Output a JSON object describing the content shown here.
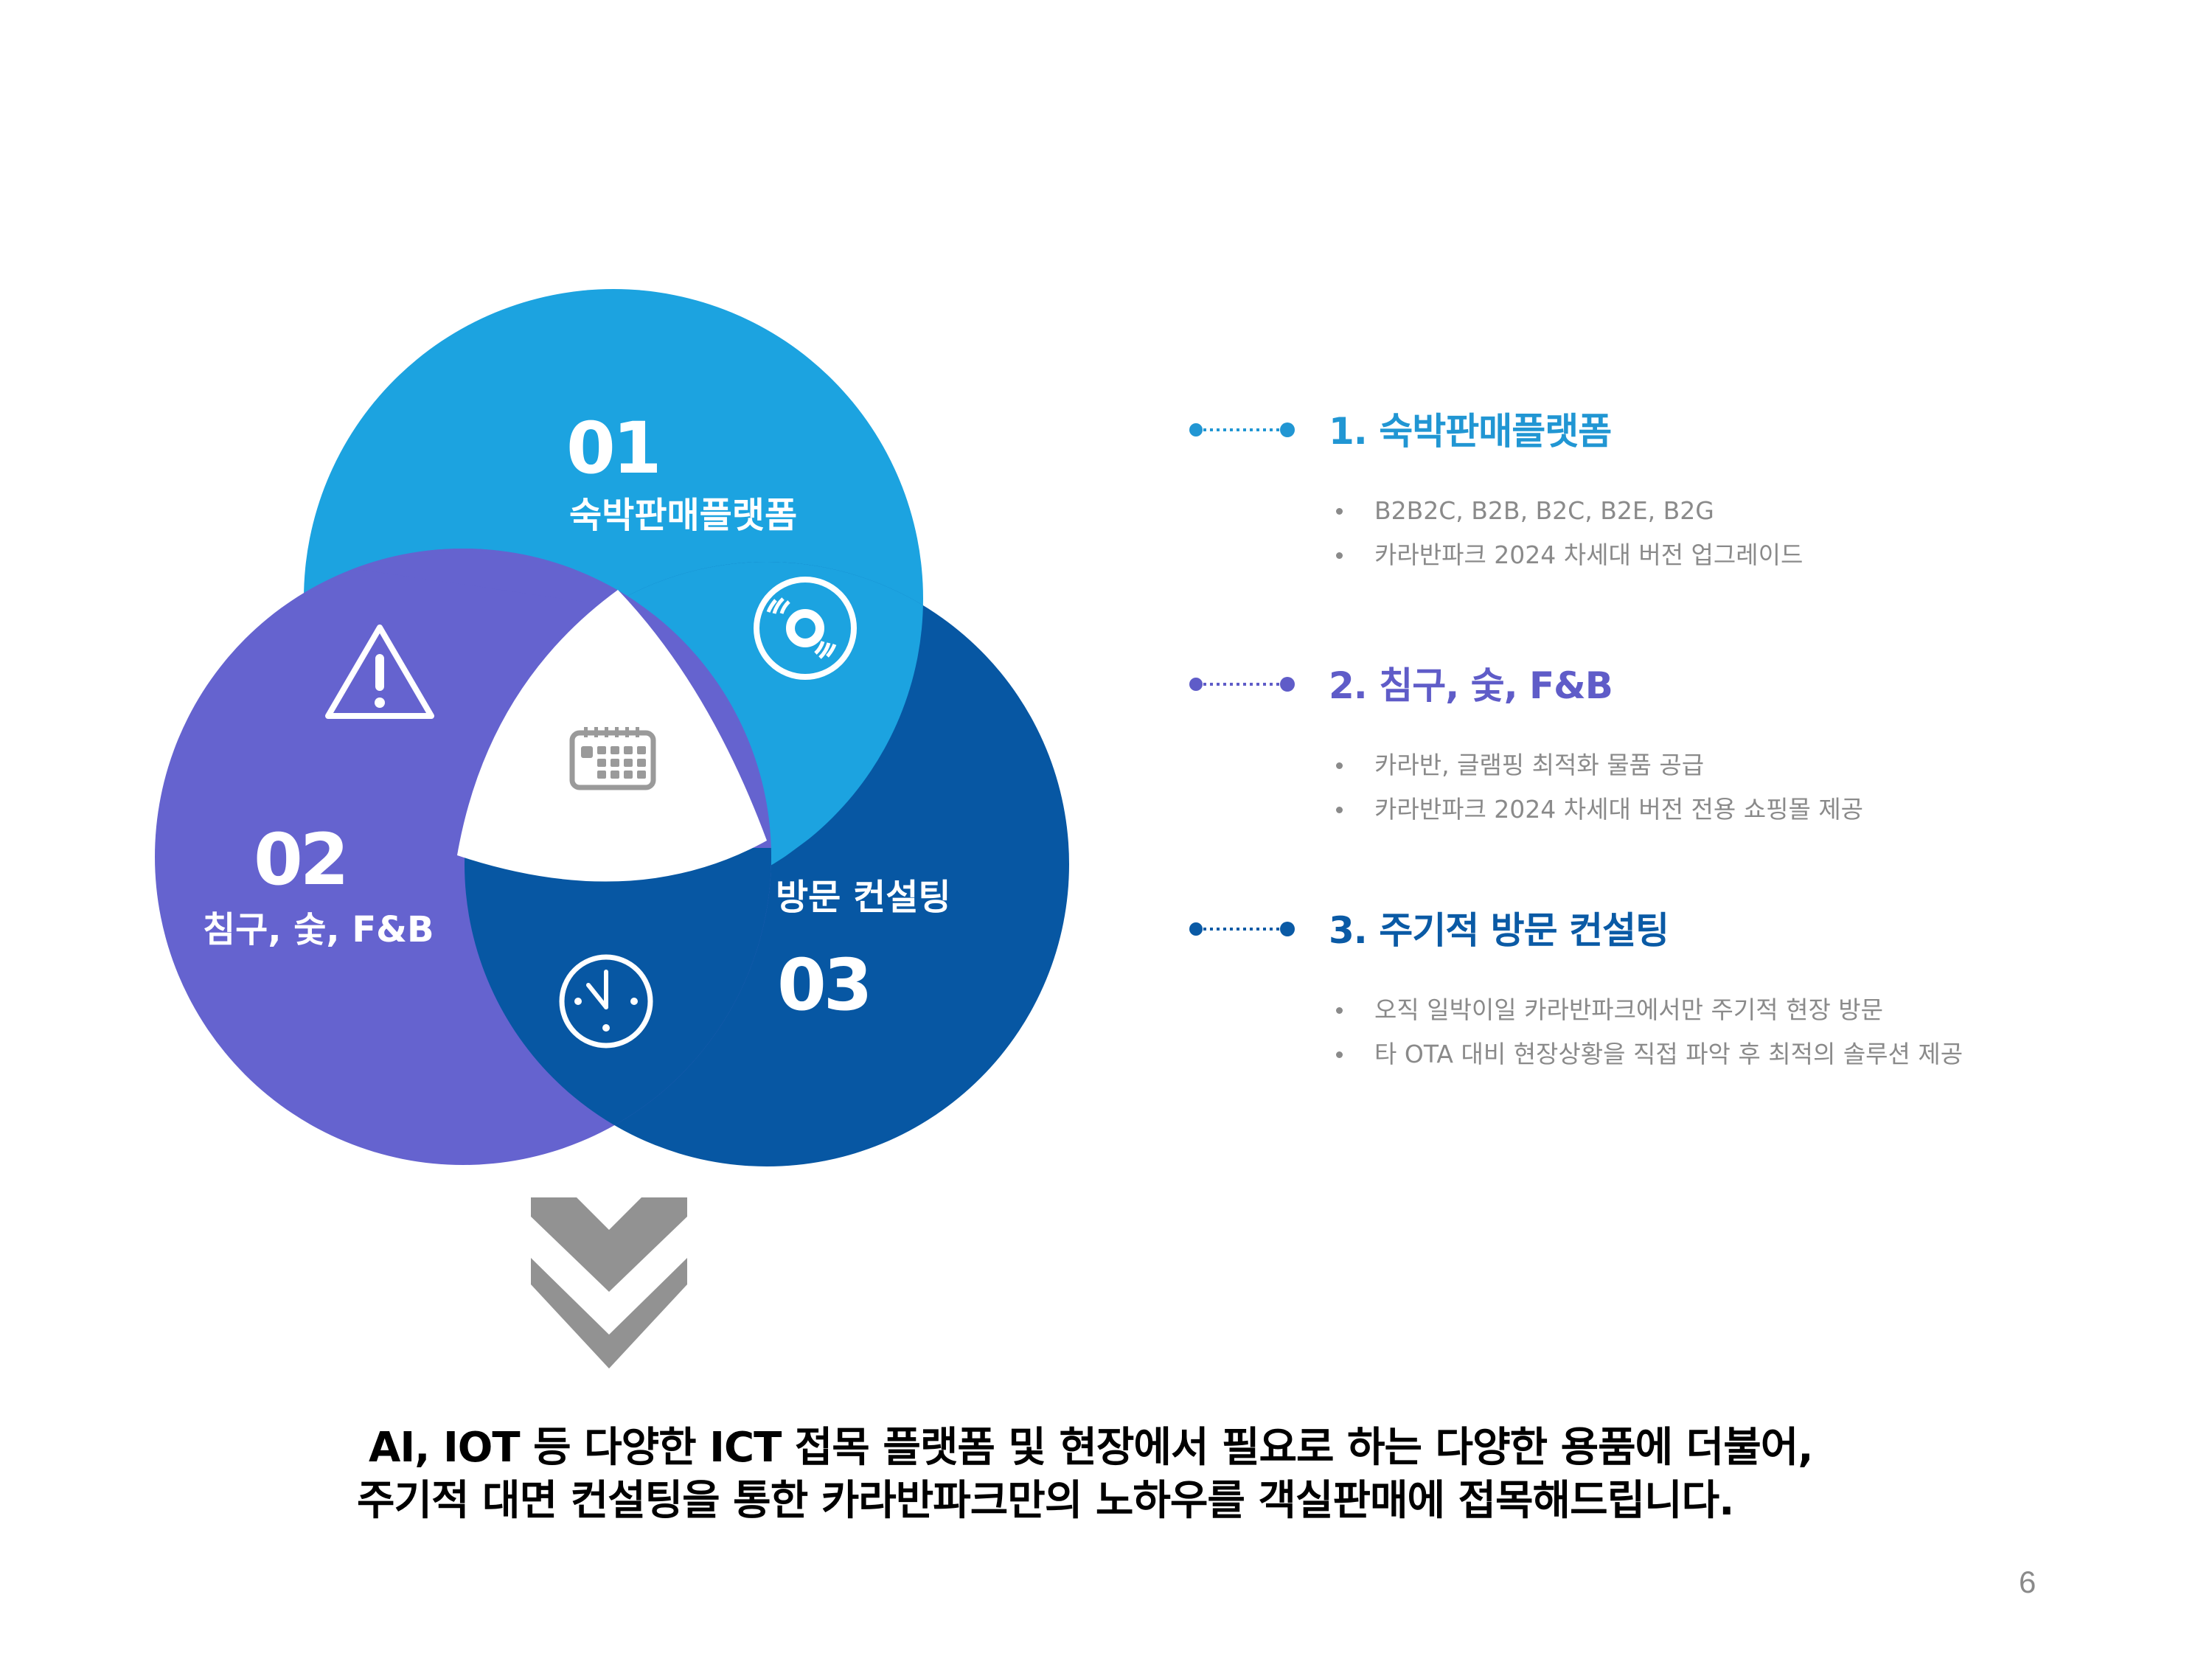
{
  "colors": {
    "light_blue": "#1CA3E0",
    "purple": "#6563CF",
    "navy": "#0757A3",
    "heading1": "#2196D3",
    "heading2": "#5F5CC8",
    "heading3": "#0A5AA5",
    "bullet_text": "#8a8a8a",
    "icon_gray": "#9a9a9a",
    "chevron_gray": "#929292"
  },
  "venn": {
    "circles": [
      {
        "id": "01",
        "number": "01",
        "label": "숙박판매플랫폼",
        "icon": "disc-icon",
        "color": "#1CA3E0"
      },
      {
        "id": "02",
        "number": "02",
        "label": "침구, 숯, F&B",
        "icon": "warning-icon",
        "color": "#6563CF"
      },
      {
        "id": "03",
        "number": "03",
        "label": "방문 컨설팅",
        "icon": "clock-icon",
        "color": "#0757A3"
      }
    ],
    "center_icon": "calendar-icon"
  },
  "sections": [
    {
      "heading": "1. 숙박판매플랫폼",
      "color": "#2196D3",
      "bullets": [
        "B2B2C, B2B, B2C, B2E, B2G",
        "카라반파크 2024 차세대 버전 업그레이드"
      ]
    },
    {
      "heading": "2. 침구, 숯, F&B",
      "color": "#5F5CC8",
      "bullets": [
        "카라반, 글램핑 최적화 물품 공급",
        "카라반파크 2024 차세대 버전 전용 쇼핑몰 제공"
      ]
    },
    {
      "heading": "3. 주기적 방문 컨설팅",
      "color": "#0A5AA5",
      "bullets": [
        "오직 일박이일 카라반파크에서만 주기적 현장 방문",
        "타 OTA 대비 현장상황을 직접 파악 후 최적의 솔루션 제공"
      ]
    }
  ],
  "arrow_icon": "double-chevron-down-icon",
  "summary": {
    "line1": "AI, IOT 등 다양한 ICT 접목 플랫폼 및 현장에서 필요로 하는 다양한 용품에 더불어,",
    "line2": "주기적 대면 컨설팅을 통한 카라반파크만의 노하우를 객실판매에 접목해드립니다."
  },
  "page_number": "6"
}
